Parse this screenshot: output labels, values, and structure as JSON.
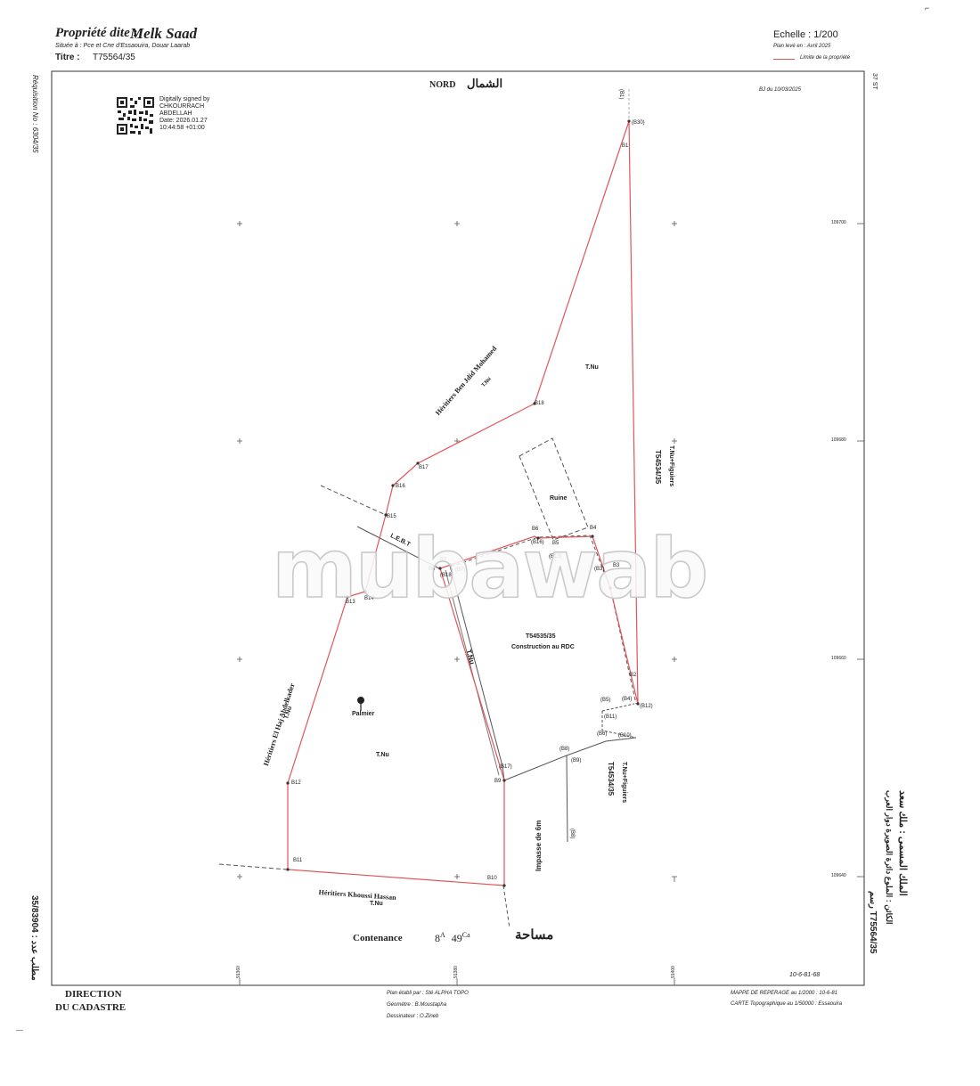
{
  "header": {
    "property_label": "Propriété dite :",
    "property_name": "Melk Saad",
    "situee": "Située à : Pce et Cne d'Essaouira, Douar Laarab",
    "titre_label": "Titre :",
    "titre_value": "T75564/35",
    "echelle": "Echelle : 1/200",
    "plan_leve": "Plan levé en : Avril 2025",
    "legend_limite": "Limite de la propriété",
    "corner_code": "37 ST",
    "requisition": "Réquisition No : 6304/35"
  },
  "north": {
    "latin": "NORD",
    "arabic": "الشمال"
  },
  "bj_date": "BJ du 10/03/2025",
  "signature": {
    "line1": "Digitally signed by",
    "line2": "CHKOURRACH",
    "line3": "ABDELLAH",
    "line4": "Date: 2026.01.27",
    "line5": "10:44:58 +01:00"
  },
  "grid": {
    "y_labels": [
      "109700",
      "109680",
      "109660",
      "109640"
    ],
    "x_labels": [
      "91360",
      "91380",
      "91400"
    ]
  },
  "map_labels": {
    "north_neighbor": "Héritiers Ben Jdid Mohamed",
    "north_neighbor_tnu": "T.Nu",
    "tnu_upper": "T.Nu",
    "east_neighbor": "T54534/35",
    "east_neighbor_sub": "T.Nu+Figuiers",
    "ruine": "Ruine",
    "left": "L.E.B.T",
    "center_title": "T54535/35",
    "center_sub": "Construction au RDC",
    "tnu_strip": "T.Nu",
    "west_neighbor": "Héritiers El Haj Abdelkader",
    "west_neighbor_tnu": "T.Nu",
    "palmier": "Palmier",
    "tnu_lower": "T.Nu",
    "impasse": "Impasse de 6m",
    "se_neighbor": "T54534/35",
    "se_neighbor_sub": "T.Nu+Figuiers",
    "south_neighbor": "Héritiers Khoussi Hassan",
    "south_neighbor_tnu": "T.Nu"
  },
  "points": [
    "B1",
    "B2",
    "B3",
    "B4",
    "B5",
    "B6",
    "B7",
    "B8",
    "B9",
    "B10",
    "B11",
    "B12",
    "B13",
    "B14",
    "B15",
    "B16",
    "B17",
    "B18",
    "(B30)",
    "(B8)",
    "(B12)",
    "(B4)",
    "(B5)",
    "(B6)",
    "(B10)",
    "(B11)",
    "(B7)",
    "(B8)",
    "(B9)",
    "(B3)",
    "(B2)",
    "(B13)",
    "(B14)",
    "(B16)",
    "(B17)",
    "(B18)"
  ],
  "contenance": {
    "label": "Contenance",
    "ha": "8",
    "a_sup": "A",
    "ca": "49",
    "ca_sup": "Ca",
    "arabic": "مساحة"
  },
  "code_bottom_right": "10-6-81-68",
  "right_arabic": {
    "line1": "الملك المسمى : ملك سعد",
    "line2": "الكائن : الملوع دائرة الصويرة دوار العرب",
    "line3": "رسم T75564/35"
  },
  "left_vertical": "35/83904 : مطلب عدد",
  "footer": {
    "direction": "DIRECTION",
    "du_cadastre": "DU CADASTRE",
    "plan_etabli": "Plan établi par : Sté ALPHA TOPO",
    "geometre": "Géomètre : B.Moustapha",
    "dessinateur": "Dessinateur : O.Zineb",
    "mappe": "MAPPE DE REPERAGE au 1/2000 : 10-6-81",
    "carte": "CARTE Topographique au 1/50000 : Essaouira"
  },
  "watermark": "mubawab",
  "colors": {
    "boundary": "#e0555a",
    "neighbor": "#555555"
  }
}
